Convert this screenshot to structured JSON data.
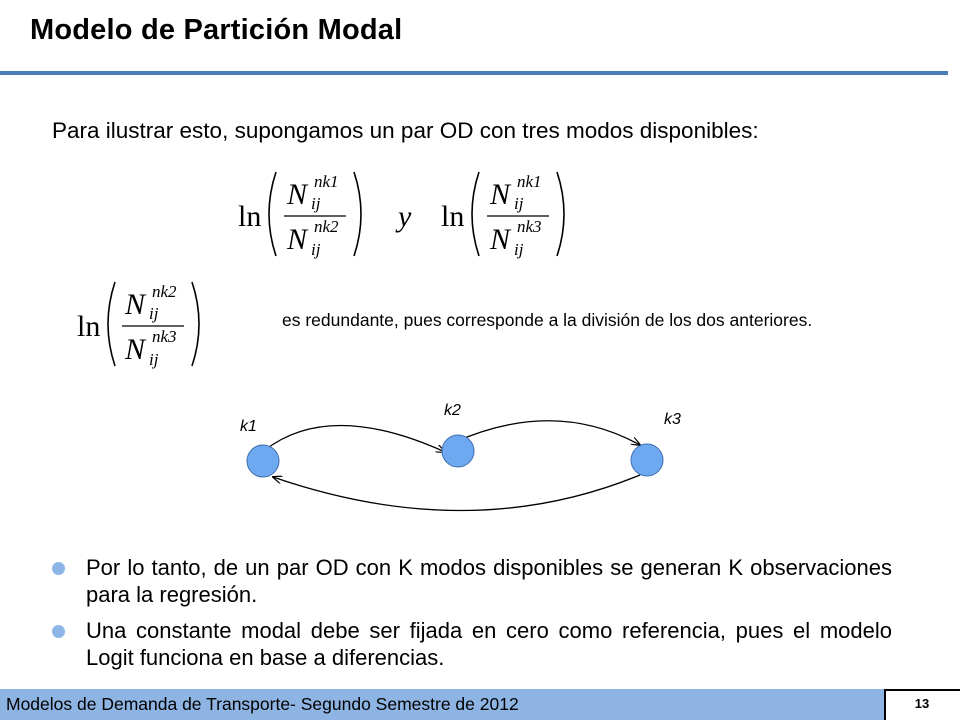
{
  "slide": {
    "title": "Modelo de Partición Modal",
    "intro": "Para ilustrar esto, supongamos un par OD con tres modos disponibles:",
    "connector": "y",
    "redundant_text": "es redundante, pues corresponde a la división de los dos anteriores."
  },
  "formulas": {
    "ln": "ln",
    "base": "N",
    "subscript": "ij",
    "sup_k1": "nk1",
    "sup_k2": "nk2",
    "sup_k3": "nk3"
  },
  "diagram": {
    "nodes": [
      {
        "label": "k1"
      },
      {
        "label": "k2"
      },
      {
        "label": "k3"
      }
    ],
    "node_color": "#6ea8f0"
  },
  "bullets": [
    {
      "text": "Por lo tanto, de un par OD con K modos disponibles se generan K observaciones para la regresión."
    },
    {
      "text": "Una constante modal debe ser fijada en cero como referencia, pues el modelo Logit funciona en base a diferencias."
    }
  ],
  "footer": {
    "text": "Modelos de Demanda de Transporte- Segundo Semestre de 2012",
    "page": "13"
  },
  "colors": {
    "accent": "#4a7ebb",
    "footer_bar": "#8eb4e3",
    "bullet": "#8db6e6"
  }
}
